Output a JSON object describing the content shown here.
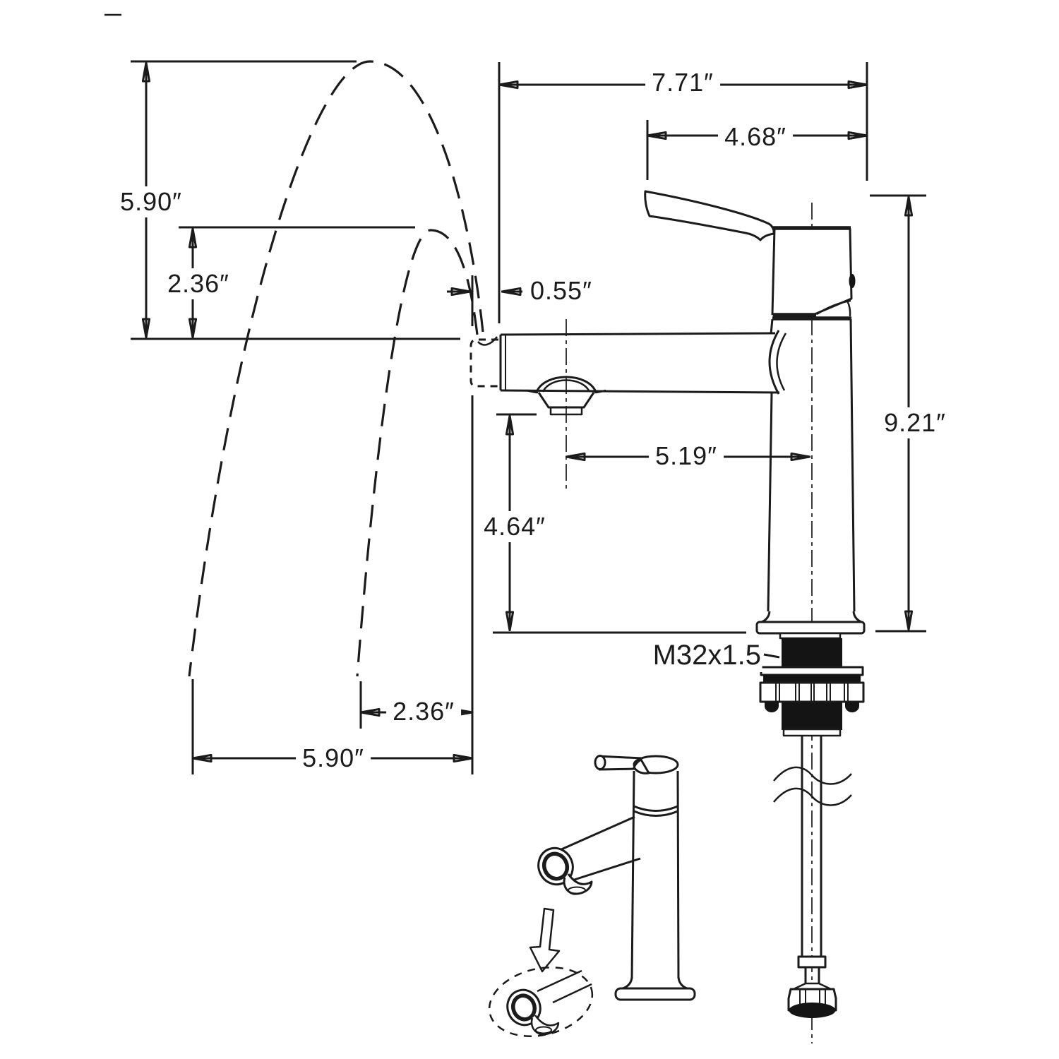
{
  "diagram": {
    "dimensions": {
      "overall_reach": "7.71″",
      "handle_to_base": "4.68″",
      "stream_height_high": "5.90″",
      "stream_height_low": "2.36″",
      "spout_pullout_travel": "0.55″",
      "overall_height": "9.21″",
      "spout_center_reach": "5.19″",
      "spout_outlet_height": "4.64″",
      "stream_landing_near": "2.36″",
      "stream_landing_far": "5.90″",
      "mounting_thread": "M32x1.5"
    },
    "colors": {
      "line": "#1b1b1b",
      "background": "#ffffff",
      "solid_fill": "#141414"
    }
  }
}
